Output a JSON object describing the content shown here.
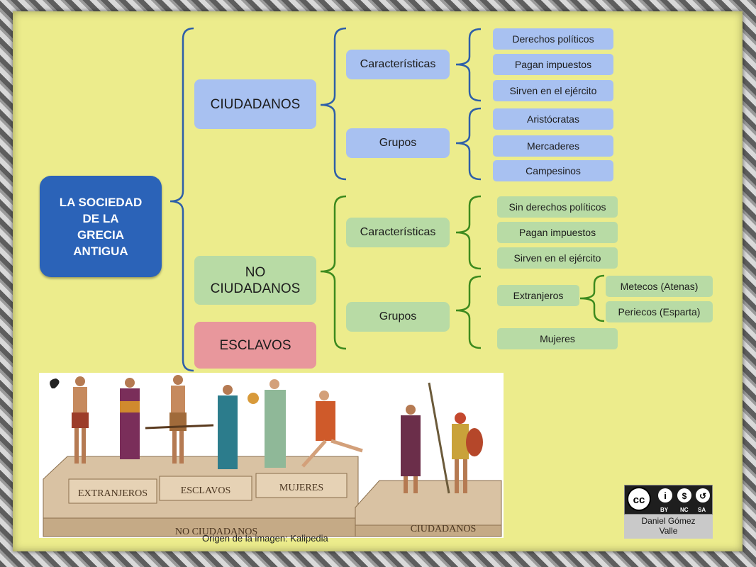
{
  "root": "LA SOCIEDAD\nDE LA\nGRECIA\nANTIGUA",
  "ciudadanos": {
    "label": "CIUDADANOS",
    "caracteristicas": {
      "label": "Características",
      "items": [
        "Derechos políticos",
        "Pagan impuestos",
        "Sirven en el ejército"
      ]
    },
    "grupos": {
      "label": "Grupos",
      "items": [
        "Aristócratas",
        "Mercaderes",
        "Campesinos"
      ]
    }
  },
  "no_ciudadanos": {
    "label": "NO\nCIUDADANOS",
    "caracteristicas": {
      "label": "Características",
      "items": [
        "Sin derechos políticos",
        "Pagan impuestos",
        "Sirven en el ejército"
      ]
    },
    "grupos": {
      "label": "Grupos",
      "extranjeros": {
        "label": "Extranjeros",
        "items": [
          "Metecos (Atenas)",
          "Periecos (Esparta)"
        ]
      },
      "mujeres": "Mujeres"
    }
  },
  "esclavos": "ESCLAVOS",
  "illustration": {
    "plinths": [
      "EXTRANJEROS",
      "ESCLAVOS",
      "MUJERES",
      "NO CIUDADANOS",
      "CIUDADANOS"
    ],
    "caption": "Origen de la imagen: Kalipedia"
  },
  "license": {
    "badge": [
      "BY",
      "NC",
      "SA"
    ],
    "author": "Daniel Gómez\nValle"
  },
  "colors": {
    "blue_line": "#2e5fa8",
    "green_line": "#3d8a1e",
    "root": "#2b63b8"
  }
}
